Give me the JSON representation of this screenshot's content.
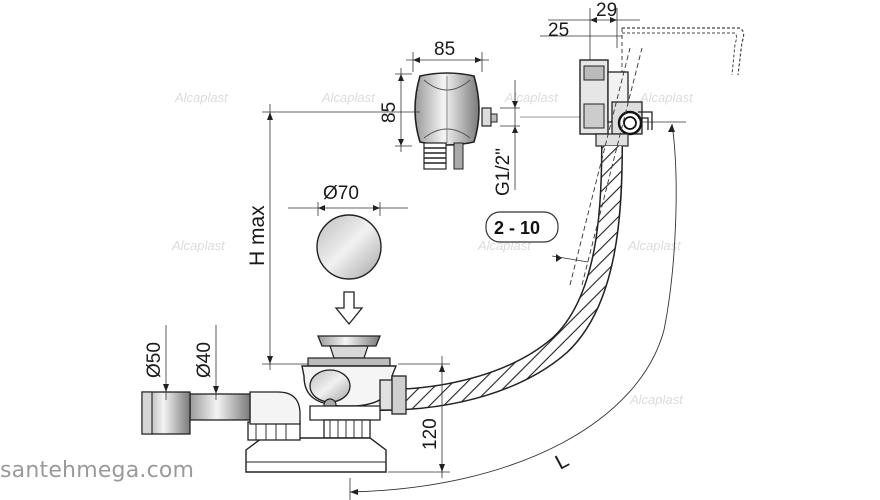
{
  "dimensions": {
    "width_85": "85",
    "height_85": "85",
    "thread": "G1/2\"",
    "offset_29": "29",
    "offset_25": "25",
    "diameter_70": "Ø70",
    "h_max": "H max",
    "diameter_50": "Ø50",
    "diameter_40": "Ø40",
    "height_120": "120",
    "length_L": "L",
    "range_badge": "2 - 10"
  },
  "watermark": "Alcaplast",
  "site_watermark": "santehmega.com"
}
